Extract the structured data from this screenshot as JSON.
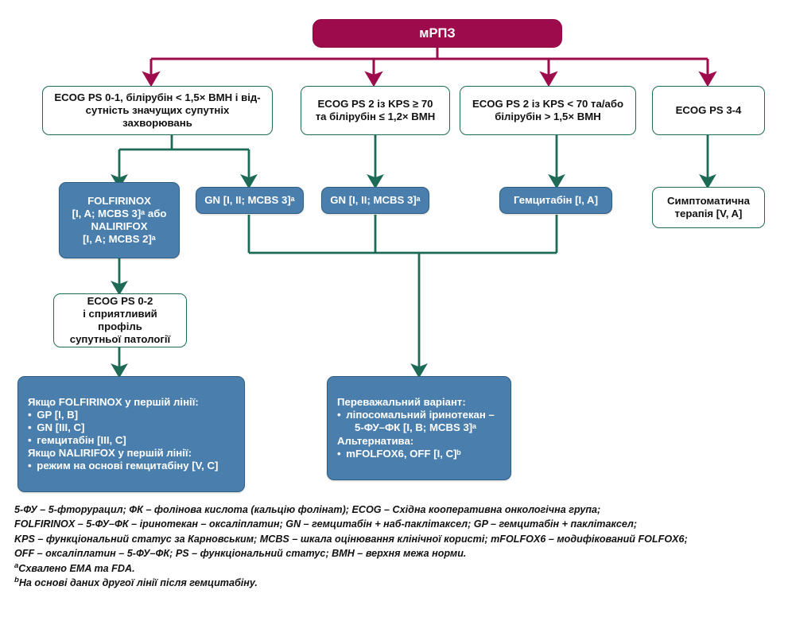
{
  "diagram": {
    "title_box": {
      "label": "мРПЗ"
    },
    "criteria_row": [
      {
        "id": "ecog01",
        "line1": "ECOG PS 0-1, білірубін < 1,5× ВМН і від-",
        "line2": "сутність значущих супутніх захворювань"
      },
      {
        "id": "ecog2-kps70",
        "line1": "ECOG PS 2 із KPS ≥ 70",
        "line2": "та білірубін ≤ 1,2× ВМН"
      },
      {
        "id": "ecog2-kpslow",
        "line1": "ECOG PS 2 із KPS < 70 та/або",
        "line2": "білірубін > 1,5× ВМН"
      },
      {
        "id": "ecog34",
        "line1": "ECOG PS 3-4",
        "line2": ""
      }
    ],
    "treatment_row": {
      "folfirinox": {
        "line1": "FOLFIRINOX",
        "line2": "[I, A; MCBS 3]ᵃ або",
        "line3": "NALIRIFOX",
        "line4": "[I, A; MCBS 2]ᵃ"
      },
      "gn_left": {
        "label": "GN [I, II; MCBS 3]ᵃ"
      },
      "gn_mid": {
        "label": "GN [I, II; MCBS 3]ᵃ"
      },
      "gemcitabine": {
        "label": "Гемцитабін [I, A]"
      },
      "symptomatic": {
        "line1": "Симптоматична",
        "line2": "терапія [V, A]"
      }
    },
    "ecog02_box": {
      "line1": "ECOG PS 0-2",
      "line2": "і сприятливий профіль",
      "line3": "супутньої патології"
    },
    "second_line_left": {
      "heading1": "Якщо FOLFIRINOX у першій лінії:",
      "items1": [
        "GP [I, B]",
        "GN [III, C]",
        "гемцитабін [III, C]"
      ],
      "heading2": "Якщо NALIRIFOX у першій лінії:",
      "items2": [
        "режим на основі гемцитабіну [V, C]"
      ]
    },
    "second_line_right": {
      "heading1": "Переважальний варіант:",
      "item1_line1": "ліпосомальний іринотекан –",
      "item1_line2": "5-ФУ–ФК [I, B; MCBS 3]ᵃ",
      "heading2": "Альтернатива:",
      "item2": "mFOLFOX6, OFF [I, C]ᵇ"
    }
  },
  "footnotes": {
    "line1": "5-ФУ – 5-фторурацил; ФК – фолінова кислота (кальцію фолінат); ECOG – Східна кооперативна онкологічна група;",
    "line2": "FOLFIRINOX – 5-ФУ–ФК – іринотекан – оксаліплатин; GN – гемцитабін + наб-паклітаксел; GP – гемцитабін + паклітаксел;",
    "line3": "KPS – функціональний статус за Карновським; MCBS – шкала оцінювання клінічної користі; mFOLFOX6 – модифікований FOLFOX6;",
    "line4": "OFF – оксаліплатин – 5-ФУ–ФК; PS – функціональний статус; ВМН – верхня межа норми.",
    "line5_sup": "a",
    "line5": "Схвалено EMA та FDA.",
    "line6_sup": "b",
    "line6": "На основі даних другої лінії після гемцитабіну."
  },
  "colors": {
    "maroon": "#9e0b4d",
    "green": "#1d6b57",
    "blue_fill": "#4a7fad",
    "blue_border": "#2d5f83",
    "text_dark": "#111111",
    "white": "#ffffff"
  }
}
